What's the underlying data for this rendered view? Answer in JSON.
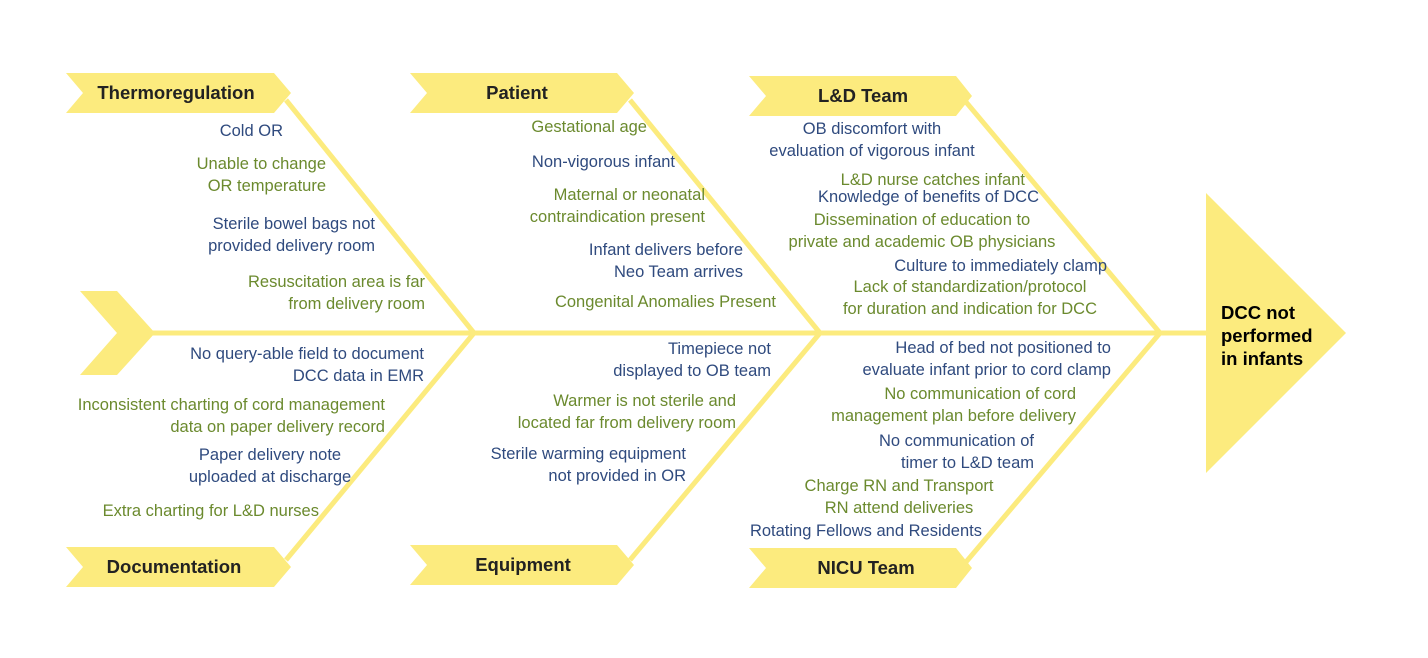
{
  "colors": {
    "bone": "#FCEB7E",
    "blue_text": "#2f4a7e",
    "green_text": "#6b8a2e"
  },
  "head": "DCC not\nperformed\nin infants",
  "categories": {
    "thermoregulation": "Thermoregulation",
    "patient": "Patient",
    "ld_team": "L&D Team",
    "documentation": "Documentation",
    "equipment": "Equipment",
    "nicu_team": "NICU Team"
  },
  "causes": {
    "thermoregulation": [
      "Cold OR",
      "Unable to change\nOR temperature",
      "Sterile bowel bags not\nprovided delivery room",
      "Resuscitation area is far\nfrom delivery room"
    ],
    "patient": [
      "Gestational age",
      "Non-vigorous infant",
      "Maternal or neonatal\ncontraindication present",
      "Infant delivers before\nNeo Team arrives",
      "Congenital Anomalies Present"
    ],
    "ld_team": [
      "OB discomfort with\nevaluation of vigorous infant",
      "L&D nurse catches infant",
      "Knowledge of benefits of DCC",
      "Dissemination of education to\nprivate and academic OB physicians",
      "Culture to immediately clamp",
      "Lack of standardization/protocol\nfor duration and indication for DCC"
    ],
    "documentation": [
      "No query-able field to document\nDCC data in EMR",
      "Inconsistent charting of cord management\ndata on paper delivery record",
      "Paper delivery note\nuploaded at discharge",
      "Extra charting for L&D nurses"
    ],
    "equipment": [
      "Timepiece not\ndisplayed to OB team",
      "Warmer is not sterile and\nlocated far from delivery room",
      "Sterile warming equipment\nnot provided in OR"
    ],
    "nicu_team": [
      "Head of bed not positioned to\nevaluate infant prior to cord clamp",
      "No communication of cord\nmanagement plan before delivery",
      "No communication of\ntimer to L&D team",
      "Charge RN and Transport\nRN attend deliveries",
      "Rotating Fellows and Residents"
    ]
  }
}
